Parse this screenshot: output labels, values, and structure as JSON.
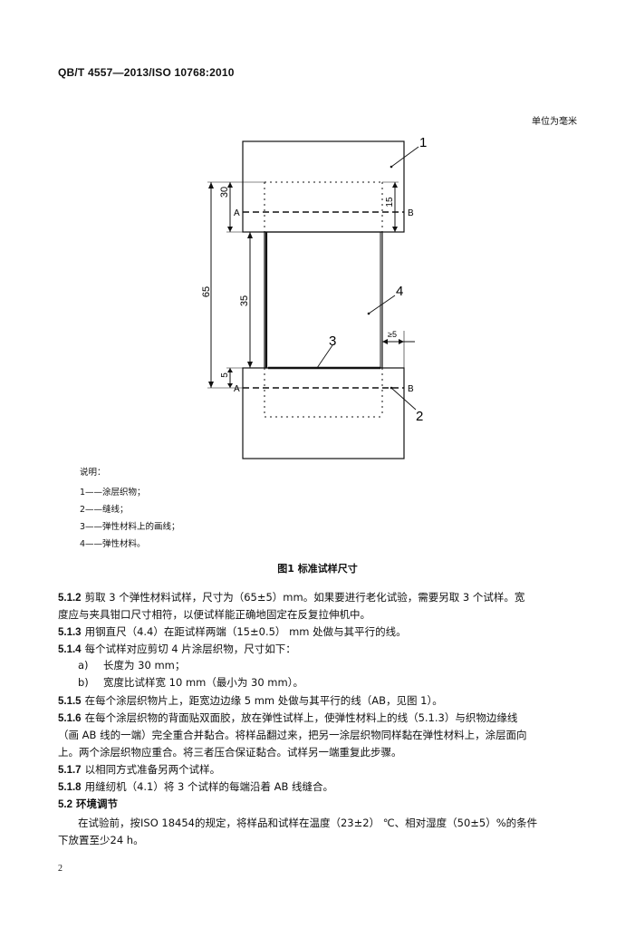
{
  "header": {
    "std_code": "QB/T 4557—2013/ISO 10768:2010"
  },
  "unit_note": "单位为毫米",
  "figure": {
    "dims": {
      "d30": "30",
      "d15": "15",
      "d65": "65",
      "d35": "35",
      "d5": "5",
      "d_ge5": "≥5"
    },
    "letters": {
      "a": "A",
      "b": "B"
    },
    "callouts": [
      "1",
      "2",
      "3",
      "4"
    ],
    "caption": "图1    标准试样尺寸"
  },
  "key": {
    "title": "说明：",
    "items": [
      "1——涂层织物；",
      "2——缝线；",
      "3——弹性材料上的画线；",
      "4——弹性材料。"
    ]
  },
  "body": [
    {
      "num": "5.1.2",
      "lines": [
        "剪取 3 个弹性材料试样，尺寸为（65±5）mm。如果要进行老化试验，需要另取 3 个试样。宽",
        "度应与夹具钳口尺寸相符，以便试样能正确地固定在反复拉伸机中。"
      ]
    },
    {
      "num": "5.1.3",
      "lines": [
        "用钢直尺（4.4）在距试样两端（15±0.5） mm 处做与其平行的线。"
      ]
    },
    {
      "num": "5.1.4",
      "lines": [
        "每个试样对应剪切 4 片涂层织物，尺寸如下："
      ]
    }
  ],
  "sub_items": [
    {
      "label": "a)",
      "text": "长度为 30 mm；"
    },
    {
      "label": "b)",
      "text": "宽度比试样宽 10 mm（最小为 30 mm）。"
    }
  ],
  "body2": [
    {
      "num": "5.1.5",
      "lines": [
        "在每个涂层织物片上，距宽边边缘 5 mm 处做与其平行的线（AB，见图 1）。"
      ]
    },
    {
      "num": "5.1.6",
      "lines": [
        "在每个涂层织物的背面贴双面胶，放在弹性试样上，使弹性材料上的线（5.1.3）与织物边缘线",
        "（画 AB 线的一端）完全重合并黏合。将样品翻过来，把另一涂层织物同样黏在弹性材料上，涂层面向",
        "上。两个涂层织物应重合。将三者压合保证黏合。试样另一端重复此步骤。"
      ]
    },
    {
      "num": "5.1.7",
      "lines": [
        "以相同方式准备另两个试样。"
      ]
    },
    {
      "num": "5.1.8",
      "lines": [
        "用缝纫机（4.1）将 3 个试样的每端沿着 AB 线缝合。"
      ]
    }
  ],
  "section": {
    "num": "5.2",
    "title": "环境调节"
  },
  "final_lines": [
    "在试验前，按ISO 18454的规定，将样品和试样在温度（23±2） ℃、相对湿度（50±5）%的条件",
    "下放置至少24 h。"
  ],
  "page_number": "2"
}
